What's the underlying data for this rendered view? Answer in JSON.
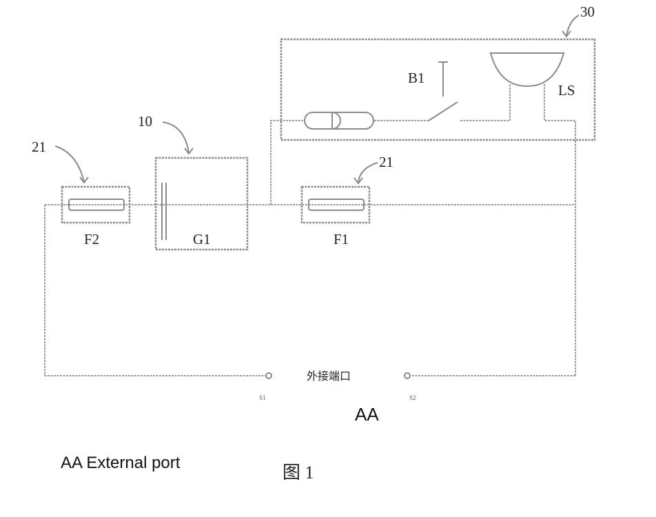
{
  "components": {
    "speaker_module_ref": "30",
    "fuse_ref_left": "21",
    "fuse_ref_right": "21",
    "generator_ref": "10",
    "switch_label": "B1",
    "speaker_label": "LS",
    "fuse_left_label": "F2",
    "fuse_right_label": "F1",
    "generator_label": "G1"
  },
  "port": {
    "chinese_label": "外接端口",
    "terminal_left": "S1",
    "terminal_right": "S2",
    "code": "AA"
  },
  "legend": {
    "text": "AA External port"
  },
  "figure": {
    "caption": "图 1"
  }
}
